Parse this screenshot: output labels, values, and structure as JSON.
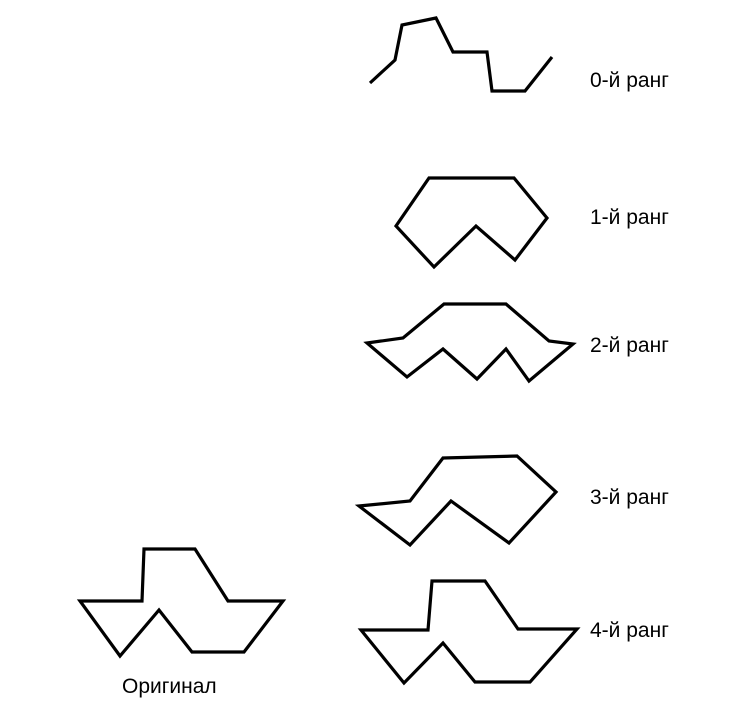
{
  "labels": {
    "rank_0": "0-й ранг",
    "rank_1": "1-й ранг",
    "rank_2": "2-й ранг",
    "rank_3": "3-й ранг",
    "rank_4": "4-й ранг",
    "original": "Оригинал"
  },
  "colors": {
    "stroke": "#000000",
    "background": "#ffffff"
  }
}
